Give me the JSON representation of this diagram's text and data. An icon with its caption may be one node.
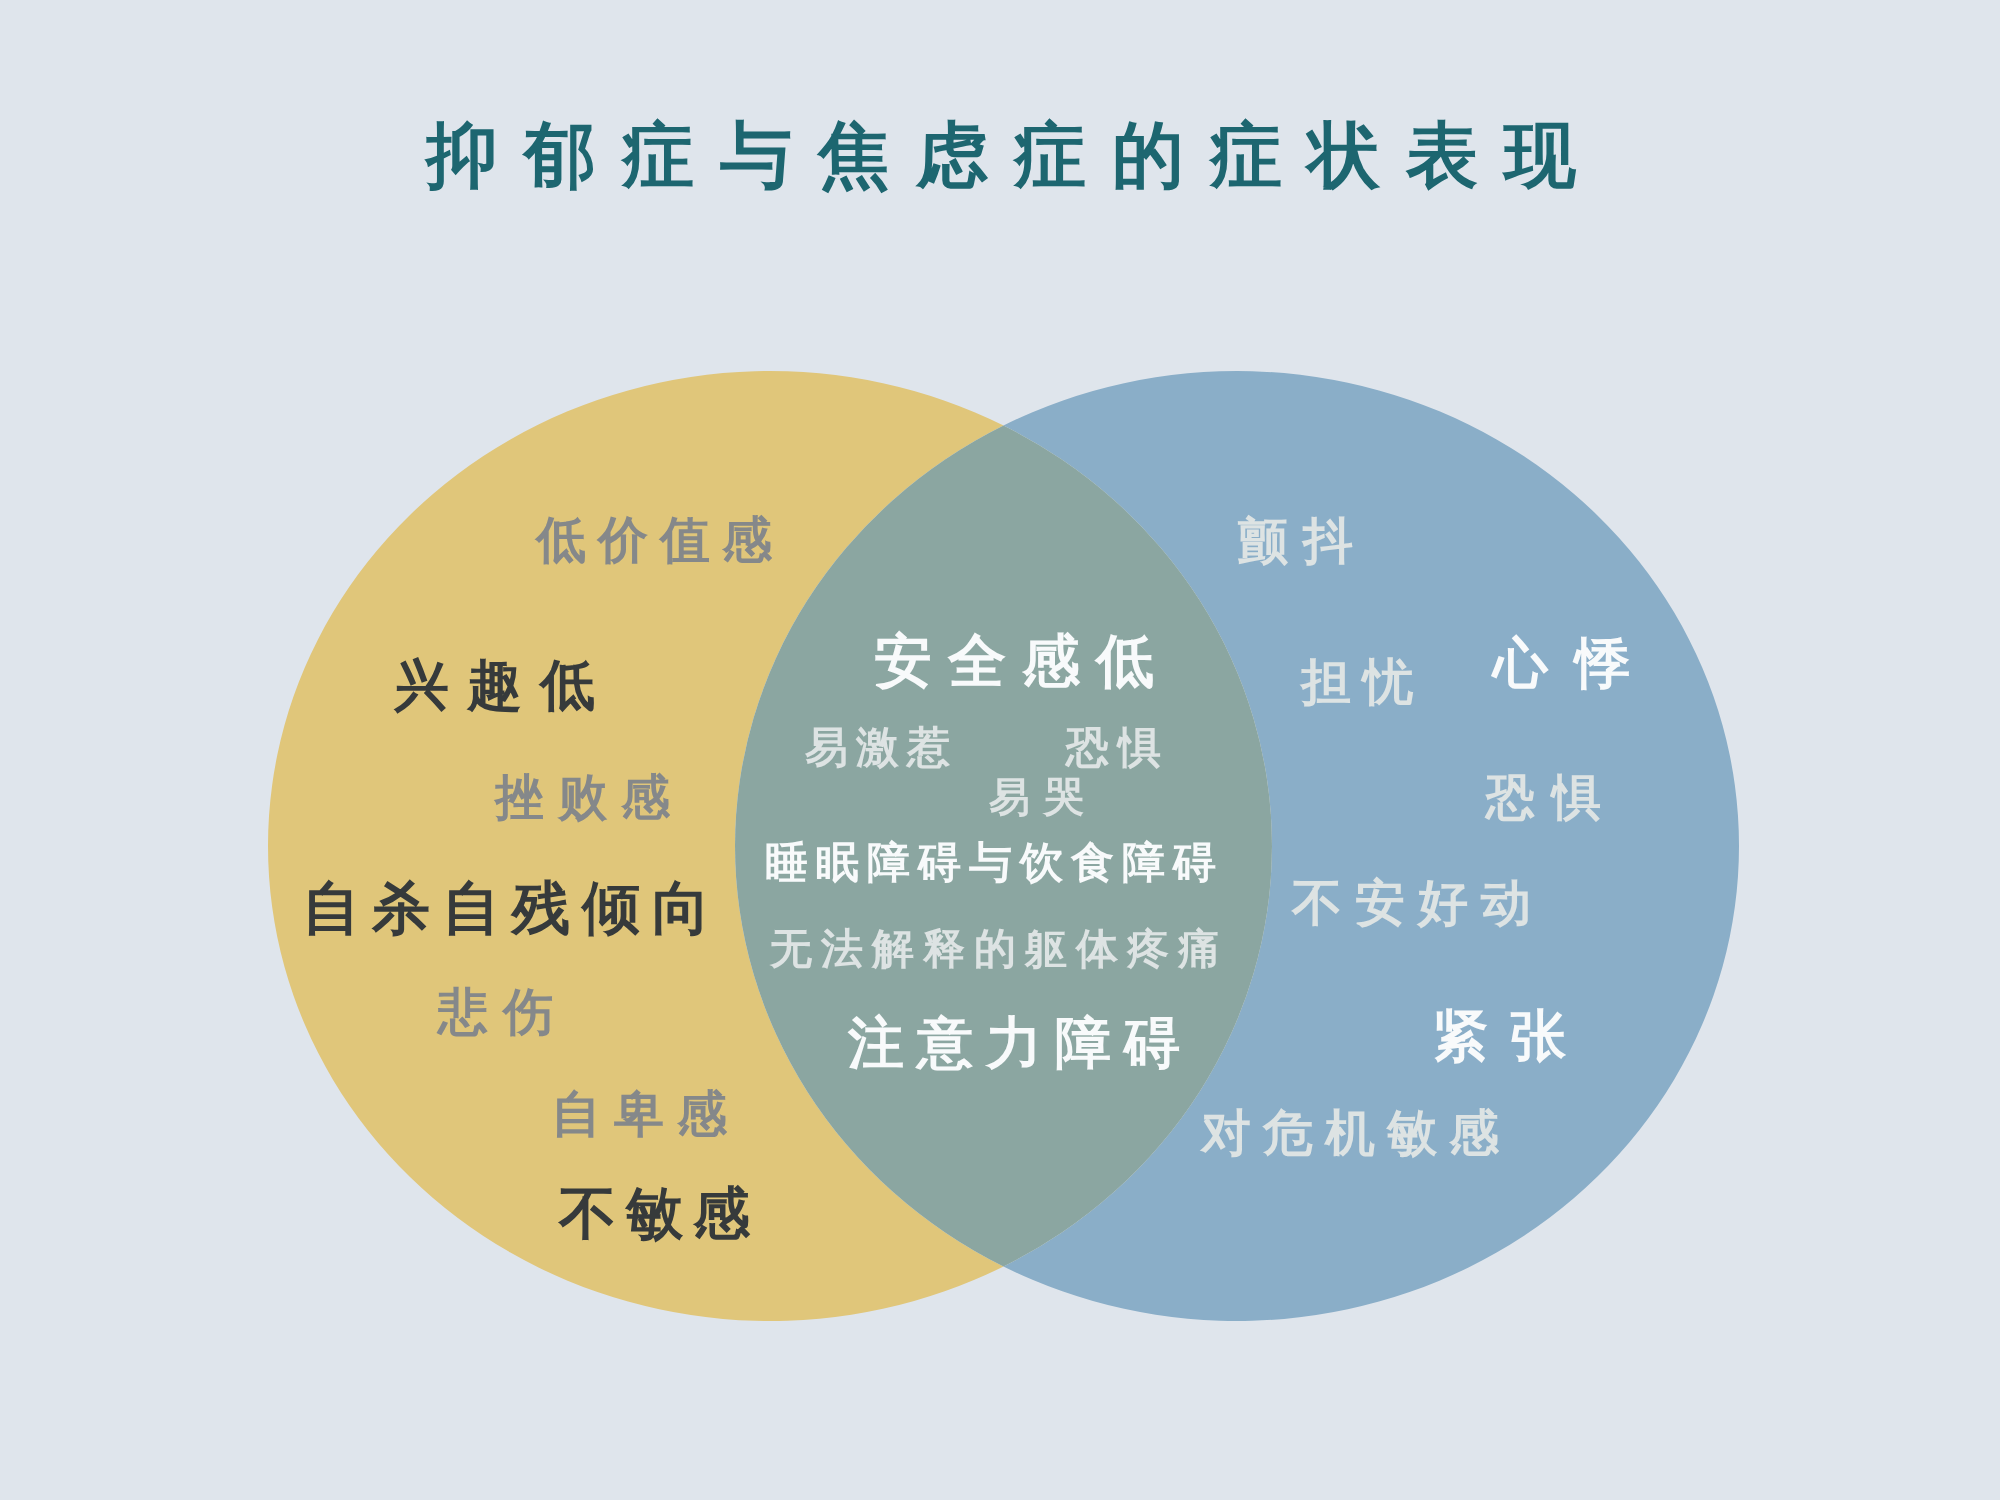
{
  "diagram": {
    "title": "抑郁症与焦虑症的症状表现",
    "nodes": [
      {
        "text": [
          "低价值感",
          "兴趣低",
          "挫败感",
          "自杀自残倾向",
          "悲伤",
          "自卑感",
          "不敏感"
        ]
      },
      {
        "text": [
          "颤抖",
          "担忧",
          "心悸",
          "恐惧",
          "不安好动",
          "紧张",
          "对危机敏感"
        ]
      }
    ],
    "edges": [],
    "labels": [
      "安全感低",
      "易激惹",
      "恐惧",
      "易哭",
      "睡眠障碍与饮食障碍",
      "无法解释的躯体疼痛",
      "注意力障碍"
    ]
  }
}
